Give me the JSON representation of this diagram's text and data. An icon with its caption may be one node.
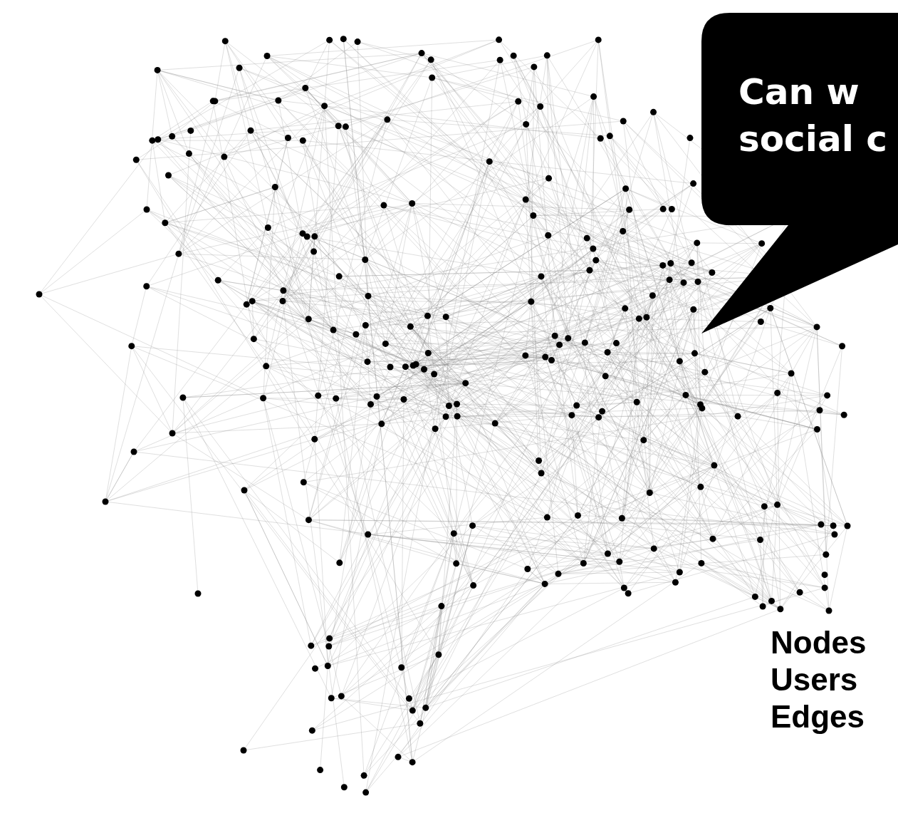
{
  "diagram": {
    "nodes": [
      {
        "text": [
          "Can w social c"
        ]
      }
    ],
    "labels": [
      "Nodes",
      "Users",
      "Edges"
    ]
  }
}
